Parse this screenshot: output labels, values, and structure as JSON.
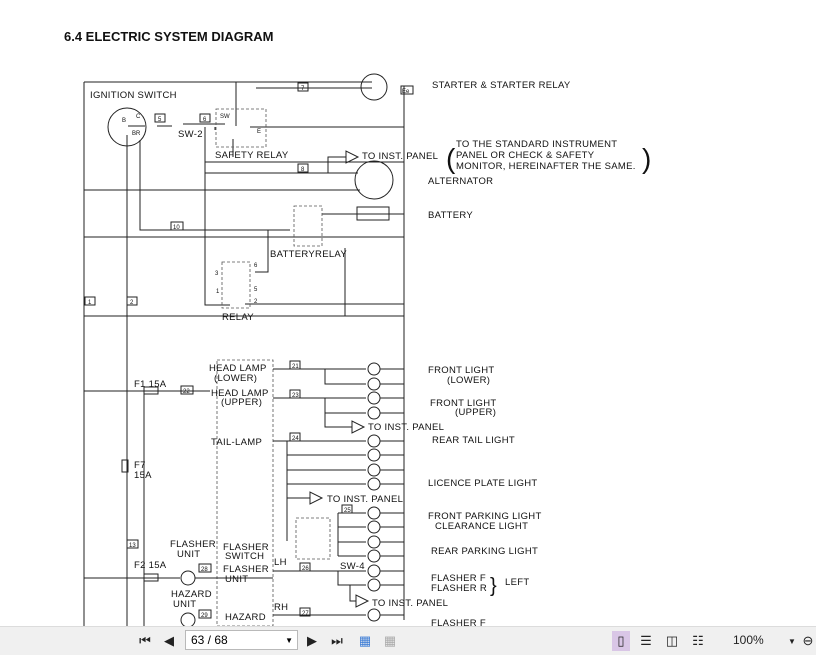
{
  "document": {
    "section_title": "6.4   ELECTRIC SYSTEM DIAGRAM",
    "labels": {
      "ignition_switch": "IGNITION SWITCH",
      "sw2": "SW-2",
      "safety_relay": "SAFETY RELAY",
      "to_inst_panel": "TO INST. PANEL",
      "note_line1": "TO THE STANDARD INSTRUMENT",
      "note_line2": "PANEL OR CHECK & SAFETY",
      "note_line3": "MONITOR, HEREINAFTER THE SAME.",
      "starter": "STARTER & STARTER RELAY",
      "alternator": "ALTERNATOR",
      "battery": "BATTERY",
      "battery_relay": "BATTERYRELAY",
      "relay": "RELAY",
      "head_lamp_lower1": "HEAD LAMP",
      "head_lamp_lower2": "(LOWER)",
      "head_lamp_upper1": "HEAD LAMP",
      "head_lamp_upper2": "(UPPER)",
      "f1": "F1  15A",
      "tail_lamp": "TAIL-LAMP",
      "f7a": "F7",
      "f7b": "15A",
      "flasher_unit_a1": "FLASHER",
      "flasher_unit_a2": "UNIT",
      "flasher_switch1": "FLASHER",
      "flasher_switch2": "SWITCH",
      "flasher_unit_b1": "FLASHER",
      "flasher_unit_b2": "UNIT",
      "f2": "F2 15A",
      "hazard_unit1": "HAZARD",
      "hazard_unit2": "UNIT",
      "hazard2": "HAZARD",
      "lh": "LH",
      "rh": "RH",
      "sw4": "SW-4",
      "front_light": "FRONT LIGHT",
      "lower": "(LOWER)",
      "upper": "(UPPER)",
      "rear_tail": "REAR TAIL LIGHT",
      "licence": "LICENCE PLATE LIGHT",
      "front_parking": "FRONT PARKING LIGHT",
      "clearance": "CLEARANCE LIGHT",
      "rear_parking": "REAR PARKING LIGHT",
      "flasher_f": "FLASHER F",
      "flasher_r": "FLASHER R",
      "left": "LEFT",
      "flasher_f2": "FLASHER F"
    },
    "wire_numbers": {
      "w1": "1",
      "w2": "2",
      "w5": "5",
      "w6": "6",
      "w7": "7",
      "w8": "8",
      "w10": "10",
      "w13": "13",
      "w21": "21",
      "w22": "22",
      "w23": "23",
      "w24": "24",
      "w25": "25",
      "w26": "26",
      "w27": "27",
      "w28": "28",
      "w29": "29",
      "ee": "Ee"
    },
    "terminals": {
      "b": "B",
      "c": "C",
      "br": "BR",
      "sw": "SW",
      "r": "R",
      "e": "E",
      "t1": "1",
      "t2": "2",
      "t3": "3",
      "t5": "5",
      "t6": "6"
    }
  },
  "toolbar": {
    "first_page_icon": "double-left-arrow",
    "prev_page_icon": "left-arrow",
    "page_value": "63 / 68",
    "next_page_icon": "right-arrow",
    "last_page_icon": "double-right-arrow",
    "zoom": "100%",
    "active_view_color": "#d9c6e6"
  }
}
